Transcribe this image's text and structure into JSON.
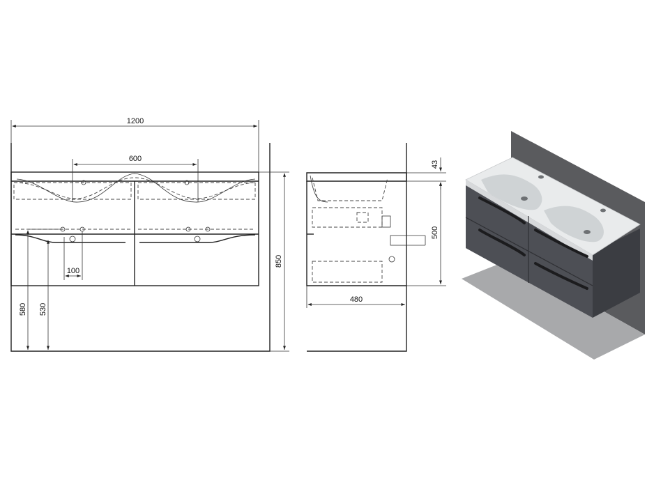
{
  "front_view": {
    "dims": {
      "overall_width": "1200",
      "basin_spacing": "600",
      "siphon_offset": "100",
      "height_580": "580",
      "height_530": "530",
      "total_height": "850"
    }
  },
  "side_view": {
    "dims": {
      "top_thickness": "43",
      "cabinet_height": "500",
      "depth": "480"
    }
  },
  "render": {
    "colors": {
      "cabinet": "#4d4f55",
      "cabinet_dark": "#3b3d42",
      "basin_top": "#e9ebec",
      "wall": "#5a5b5e",
      "floor": "#a8a9ab",
      "handle": "#1c1c1e"
    }
  }
}
